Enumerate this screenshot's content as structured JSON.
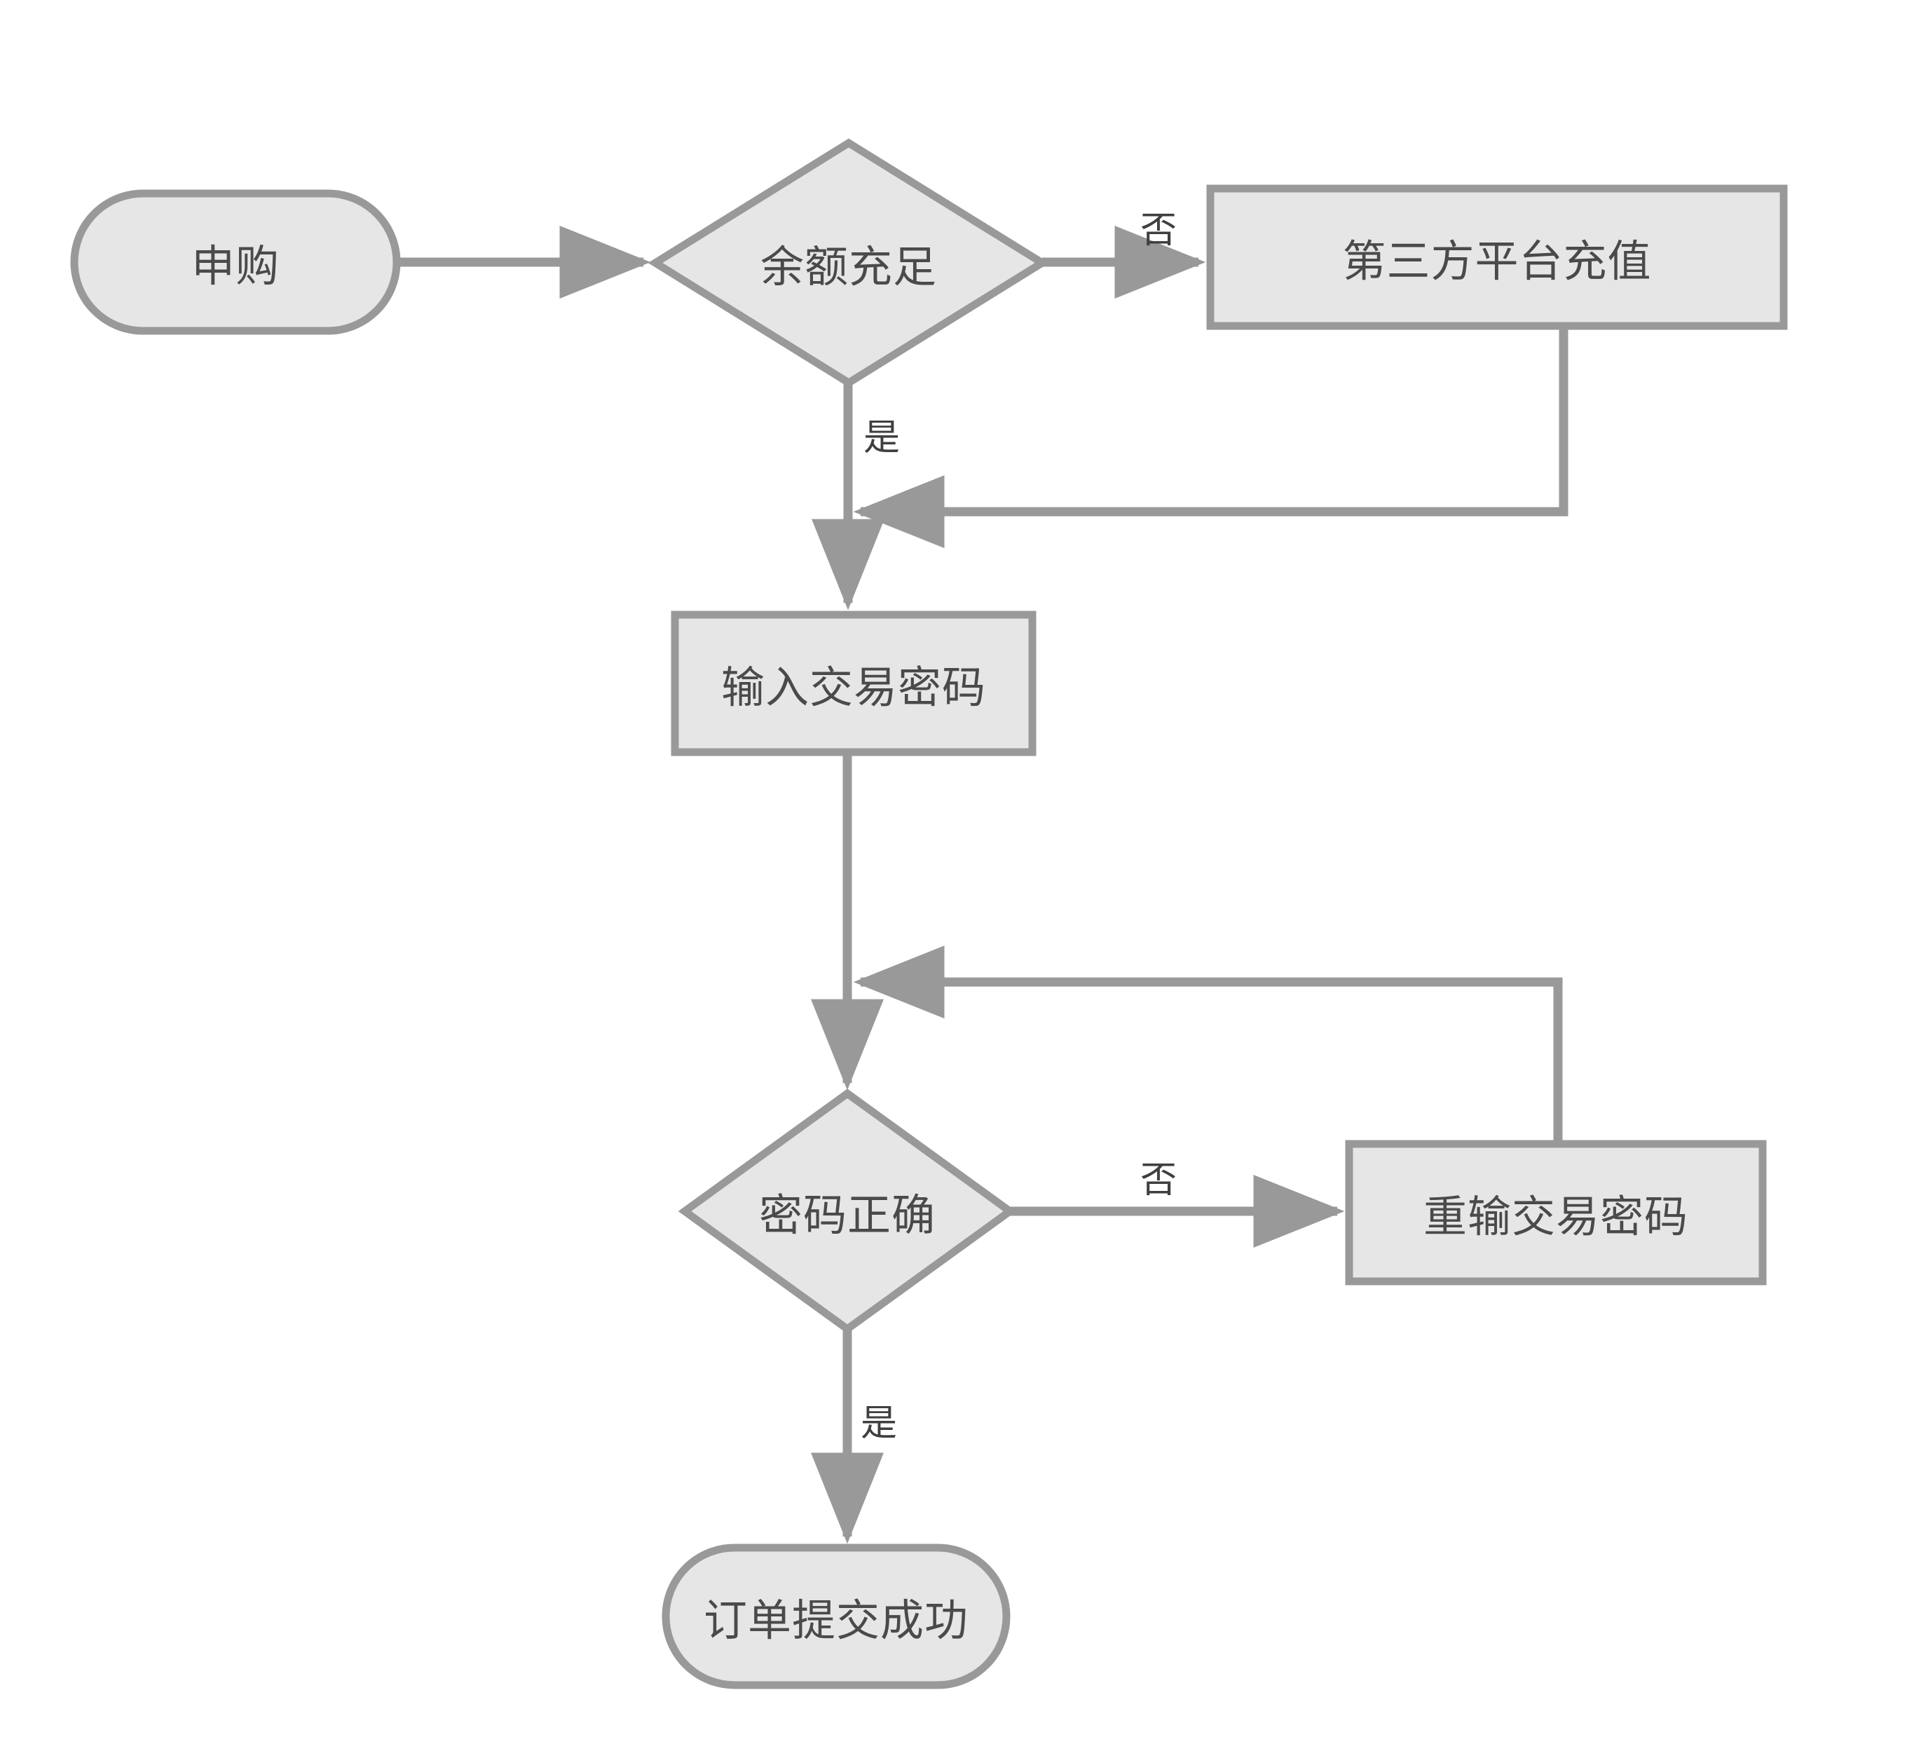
{
  "diagram": {
    "type": "flowchart",
    "title": "",
    "orientation": "top-to-bottom",
    "colors": {
      "node_fill": "#e6e6e6",
      "node_stroke": "#999999",
      "edge_stroke": "#999999",
      "node_text": "#4a4a4a",
      "edge_text": "#3f3f3f",
      "background": "#ffffff"
    },
    "nodes": [
      {
        "id": "start",
        "shape": "stadium",
        "label": "申购"
      },
      {
        "id": "balance",
        "shape": "diamond",
        "label": "余额充足"
      },
      {
        "id": "recharge",
        "shape": "rect",
        "label": "第三方平台充值"
      },
      {
        "id": "enter_pwd",
        "shape": "rect",
        "label": "输入交易密码"
      },
      {
        "id": "pwd_ok",
        "shape": "diamond",
        "label": "密码正确"
      },
      {
        "id": "retry_pwd",
        "shape": "rect",
        "label": "重输交易密码"
      },
      {
        "id": "success",
        "shape": "stadium",
        "label": "订单提交成功"
      }
    ],
    "edges": [
      {
        "from": "start",
        "to": "balance",
        "label": ""
      },
      {
        "from": "balance",
        "to": "recharge",
        "label": "否"
      },
      {
        "from": "balance",
        "to": "enter_pwd",
        "label": "是"
      },
      {
        "from": "recharge",
        "to": "enter_pwd",
        "label": ""
      },
      {
        "from": "enter_pwd",
        "to": "pwd_ok",
        "label": ""
      },
      {
        "from": "pwd_ok",
        "to": "retry_pwd",
        "label": "否"
      },
      {
        "from": "pwd_ok",
        "to": "success",
        "label": "是"
      },
      {
        "from": "retry_pwd",
        "to": "pwd_ok",
        "label": ""
      }
    ],
    "edge_labels": {
      "balance_no": "否",
      "balance_yes": "是",
      "pwd_no": "否",
      "pwd_yes": "是"
    }
  }
}
